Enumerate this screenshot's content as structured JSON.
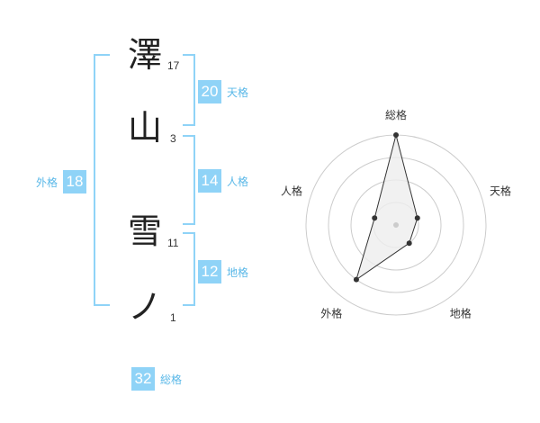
{
  "name_chars": [
    {
      "char": "澤",
      "strokes": "17"
    },
    {
      "char": "山",
      "strokes": "3"
    },
    {
      "char": "雪",
      "strokes": "11"
    },
    {
      "char": "ノ",
      "strokes": "1"
    }
  ],
  "fortunes": {
    "tenkaku": {
      "value": "20",
      "label": "天格"
    },
    "jinkaku": {
      "value": "14",
      "label": "人格"
    },
    "chikaku": {
      "value": "12",
      "label": "地格"
    },
    "gaikaku": {
      "value": "18",
      "label": "外格"
    },
    "soukaku": {
      "value": "32",
      "label": "総格"
    }
  },
  "chart_data": {
    "type": "radar",
    "axes": [
      "総格",
      "天格",
      "地格",
      "外格",
      "人格"
    ],
    "values": [
      4,
      1,
      1,
      3,
      1
    ],
    "rmax": 4,
    "rings": 4,
    "colors": {
      "ring": "#cccccc",
      "fill": "#eeeeee",
      "line": "#333333",
      "point": "#333333",
      "center": "#cccccc"
    }
  }
}
